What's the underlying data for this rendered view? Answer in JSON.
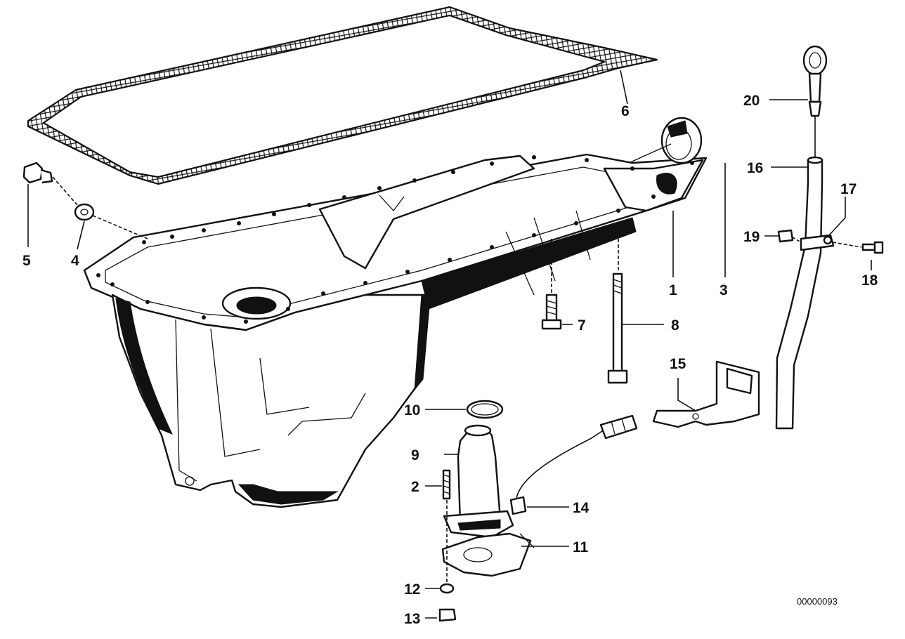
{
  "diagram": {
    "reference_number": "00000093",
    "callouts": [
      {
        "id": "1",
        "label": "1"
      },
      {
        "id": "2",
        "label": "2"
      },
      {
        "id": "3",
        "label": "3"
      },
      {
        "id": "4",
        "label": "4"
      },
      {
        "id": "5",
        "label": "5"
      },
      {
        "id": "6",
        "label": "6"
      },
      {
        "id": "7",
        "label": "7"
      },
      {
        "id": "8",
        "label": "8"
      },
      {
        "id": "9",
        "label": "9"
      },
      {
        "id": "10",
        "label": "10"
      },
      {
        "id": "11",
        "label": "11"
      },
      {
        "id": "12",
        "label": "12"
      },
      {
        "id": "13",
        "label": "13"
      },
      {
        "id": "14",
        "label": "14"
      },
      {
        "id": "15",
        "label": "15"
      },
      {
        "id": "16",
        "label": "16"
      },
      {
        "id": "17",
        "label": "17"
      },
      {
        "id": "18",
        "label": "18"
      },
      {
        "id": "19",
        "label": "19"
      },
      {
        "id": "20",
        "label": "20"
      }
    ]
  }
}
